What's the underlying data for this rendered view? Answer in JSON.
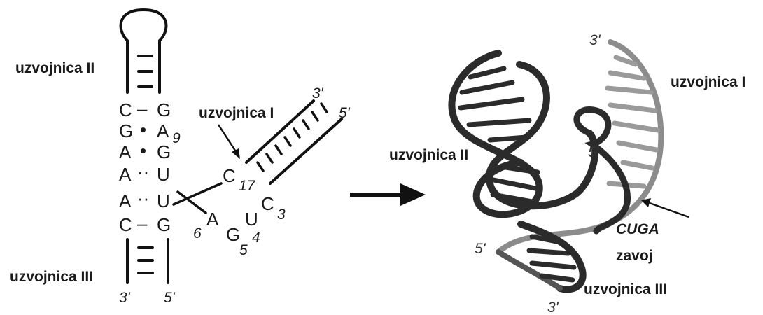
{
  "secondary_structure": {
    "labels": {
      "helix_II": "uzvojnica II",
      "helix_I": "uzvojnica I",
      "helix_III": "uzvojnica III"
    },
    "pairs": [
      {
        "left": "C",
        "link": "–",
        "right": "G"
      },
      {
        "left": "G",
        "link": "•",
        "right": "A"
      },
      {
        "left": "A",
        "link": "•",
        "right": "G"
      },
      {
        "left": "A",
        "link": "··",
        "right": "U"
      },
      {
        "left": "A",
        "link": "··",
        "right": "U"
      },
      {
        "left": "C",
        "link": "–",
        "right": "G"
      }
    ],
    "junction_bases": {
      "C17": "C",
      "A6": "A",
      "G5": "G",
      "U4": "U",
      "C3": "C"
    },
    "numbers": {
      "n9": "9",
      "n17": "17",
      "n6": "6",
      "n5": "5",
      "n4": "4",
      "n3": "3"
    },
    "ends": {
      "helix_I_3": "3'",
      "helix_I_5": "5'",
      "helix_III_3": "3'",
      "helix_III_5": "5'"
    }
  },
  "tertiary_structure": {
    "labels": {
      "helix_I": "uzvojnica I",
      "helix_II": "uzvojnica II",
      "helix_III": "uzvojnica III",
      "turn_motif": "CUGA",
      "turn_word": "zavoj"
    },
    "ends": {
      "top_3": "3'",
      "mid_5": "5'",
      "left_5": "5'",
      "bottom_3": "3'"
    }
  },
  "colors": {
    "ink": "#111111",
    "helix_dark": "#2b2b2b",
    "helix_light": "#8c8c8c",
    "background": "#ffffff"
  }
}
